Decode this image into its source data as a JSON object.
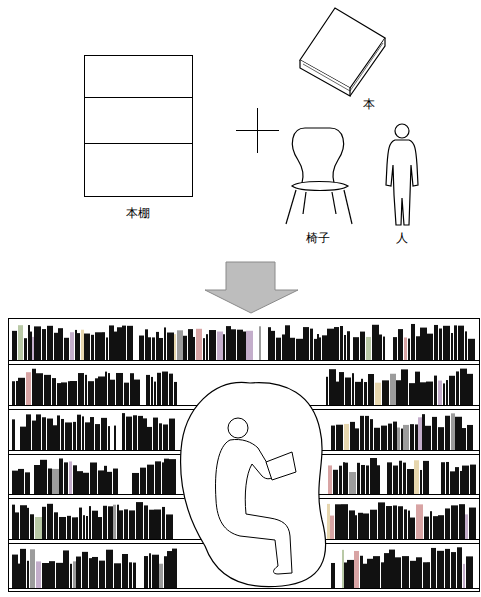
{
  "diagram": {
    "labels": [
      "本棚",
      "本",
      "椅子",
      "人"
    ]
  }
}
